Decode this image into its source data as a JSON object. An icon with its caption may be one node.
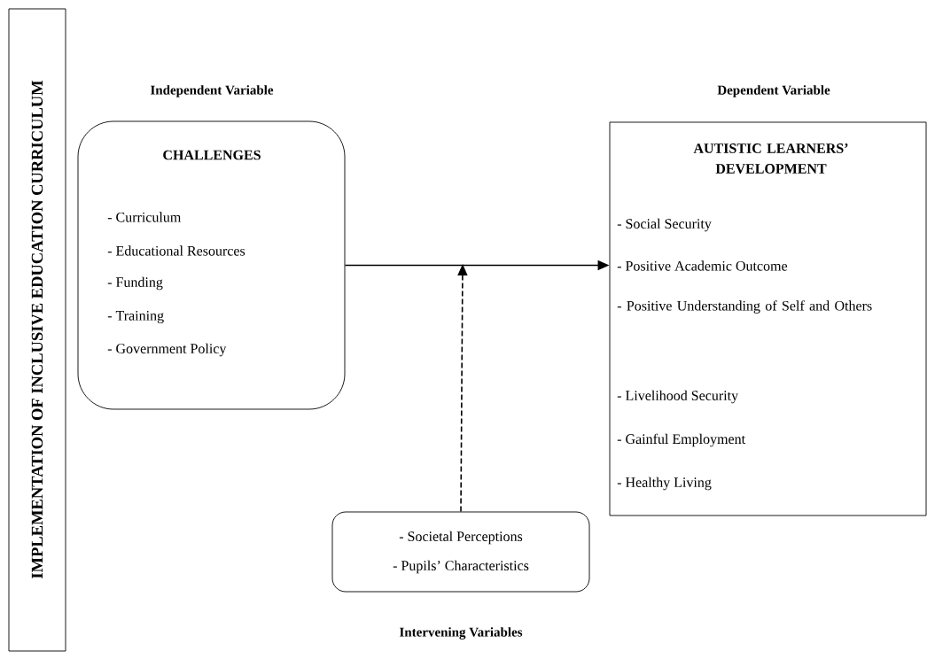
{
  "diagram": {
    "nodes": [
      {
        "text": [
          "IMPLEMENTATION OF INCLUSIVE EDUCATION CURRICULUM"
        ]
      },
      {
        "text": [
          "Independent Variable",
          "CHALLENGES",
          "- Curriculum",
          "- Educational Resources",
          "- Funding",
          "- Training",
          "- Government Policy"
        ]
      },
      {
        "text": [
          "Dependent Variable",
          "AUTISTIC LEARNERS’ DEVELOPMENT",
          "- Social Security",
          "- Positive Academic Outcome",
          "- Positive Understanding of Self and Others",
          "- Livelihood Security",
          "- Gainful Employment",
          "- Healthy Living"
        ]
      },
      {
        "text": [
          "- Societal Perceptions",
          "- Pupils’ Characteristics",
          "Intervening Variables"
        ]
      }
    ],
    "edges": [
      {
        "from": 1,
        "to": 2,
        "arrow": "to"
      },
      {
        "from": 3,
        "to": null,
        "arrow": "to",
        "style": "dashed"
      }
    ]
  }
}
